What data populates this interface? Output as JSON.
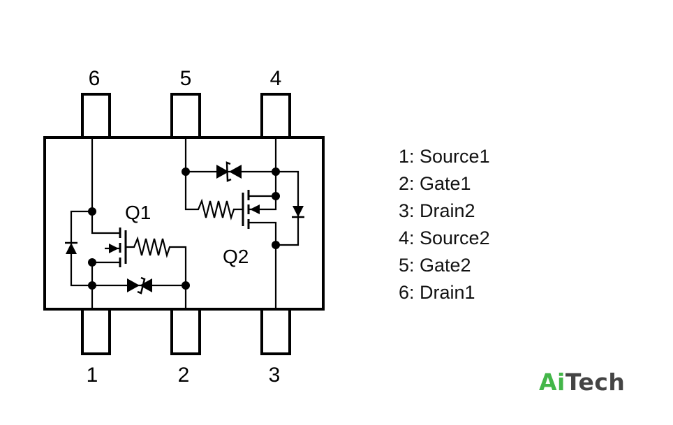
{
  "pins_top": [
    "6",
    "5",
    "4"
  ],
  "pins_bottom": [
    "1",
    "2",
    "3"
  ],
  "devices": {
    "q1": "Q1",
    "q2": "Q2"
  },
  "legend": [
    "1: Source1",
    "2: Gate1",
    "3: Drain2",
    "4: Source2",
    "5: Gate2",
    "6: Drain1"
  ],
  "brand": {
    "part1": "Ai",
    "part2": "Tech",
    "color1": "#43b649",
    "color2": "#444444"
  },
  "colors": {
    "line": "#000000",
    "background": "#ffffff"
  }
}
